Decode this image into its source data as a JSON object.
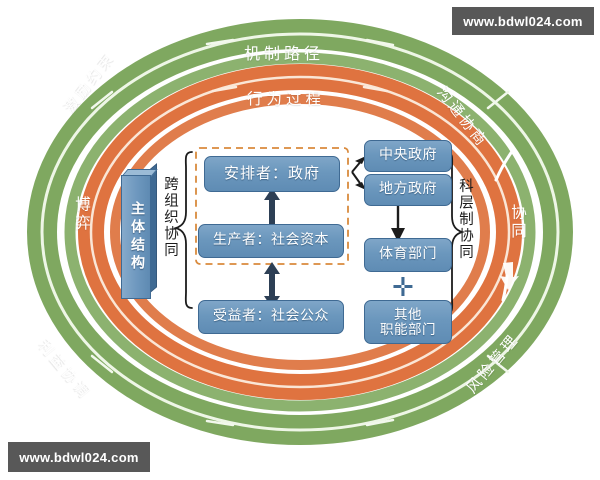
{
  "watermark": {
    "top_right": "www.bdwl024.com",
    "bottom_left": "www.bdwl024.com"
  },
  "colors": {
    "ring_green": "#7fa860",
    "ring_orange": "#df7340",
    "ring_gap": "#ffffff",
    "node_blue": "#6b97bd",
    "node_border": "#3f6a93",
    "dashed_box": "#d98a3d",
    "arrow_dark": "#2d3f55",
    "watermark_bg": "#585858"
  },
  "rings": {
    "outer_green": {
      "name": "mechanism-path-ring",
      "top_label": "机制路径",
      "top_left_label": "激励约束",
      "top_right_label": "沟通协商",
      "bottom_left_label": "利益协调",
      "bottom_right_label": "风险管理"
    },
    "inner_orange": {
      "name": "behavior-process-ring",
      "top_label": "行为过程",
      "left_label": "博弈",
      "right_label": "协同"
    }
  },
  "center": {
    "subject_structure_label": "主体结构",
    "cross_org_label": "跨组织协同",
    "hierarchy_label": "科层制协同",
    "left_nodes": [
      {
        "id": "arranger",
        "text": "安排者：政府"
      },
      {
        "id": "producer",
        "text": "生产者：社会资本"
      },
      {
        "id": "beneficiary",
        "text": "受益者：社会公众"
      }
    ],
    "right_nodes": [
      {
        "id": "central-gov",
        "text": "中央政府"
      },
      {
        "id": "local-gov",
        "text": "地方政府"
      },
      {
        "id": "sports-dept",
        "text": "体育部门"
      },
      {
        "id": "other-depts",
        "line1": "其他",
        "line2": "职能部门"
      }
    ],
    "plus_symbol": "✛"
  }
}
